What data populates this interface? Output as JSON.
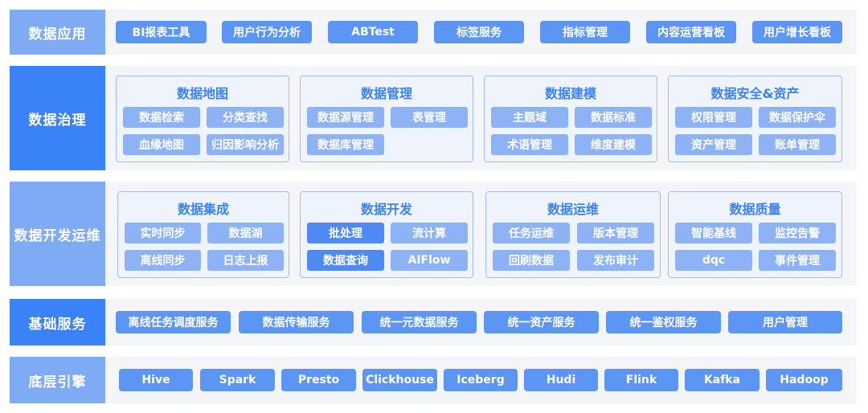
{
  "layers": {
    "app": {
      "label": "数据应用",
      "items": [
        "BI报表工具",
        "用户行为分析",
        "ABTest",
        "标签服务",
        "指标管理",
        "内容运营看板",
        "用户增长看板"
      ]
    },
    "governance": {
      "label": "数据治理",
      "groups": [
        {
          "title": "数据地图",
          "items": [
            "数据检索",
            "分类查找",
            "血缘地图",
            "归因影响分析"
          ]
        },
        {
          "title": "数据管理",
          "items": [
            "数据源管理",
            "表管理",
            "数据库管理"
          ]
        },
        {
          "title": "数据建模",
          "items": [
            "主题域",
            "数据标准",
            "术语管理",
            "维度建模"
          ]
        },
        {
          "title": "数据安全&资产",
          "items": [
            "权限管理",
            "数据保护伞",
            "资产管理",
            "账单管理"
          ]
        }
      ]
    },
    "devops": {
      "label": "数据开发运维",
      "groups": [
        {
          "title": "数据集成",
          "items": [
            "实时同步",
            "数据湖",
            "离线同步",
            "日志上报"
          ]
        },
        {
          "title": "数据开发",
          "items": [
            "批处理",
            "流计算",
            "数据查询",
            "AIFlow"
          ]
        },
        {
          "title": "数据运维",
          "items": [
            "任务运维",
            "版本管理",
            "回刷数据",
            "发布审计"
          ]
        },
        {
          "title": "数据质量",
          "items": [
            "智能基线",
            "监控告警",
            "dqc",
            "事件管理"
          ]
        }
      ]
    },
    "base": {
      "label": "基础服务",
      "items": [
        "离线任务调度服务",
        "数据传输服务",
        "统一元数据服务",
        "统一资产服务",
        "统一鉴权服务",
        "用户管理"
      ]
    },
    "engine": {
      "label": "底层引擎",
      "items": [
        "Hive",
        "Spark",
        "Presto",
        "Clickhouse",
        "Iceberg",
        "Hudi",
        "Flink",
        "Kafka",
        "Hadoop"
      ]
    }
  },
  "colors": {
    "label_light": "#7faaf4",
    "label_dark": "#3a82f7",
    "chip": "#5b96f5",
    "sub_light": "#8db3f6",
    "sub_strong": "#4f8af4",
    "panel_title": "#3a82f7",
    "row_bg": "#f4f5f8"
  }
}
